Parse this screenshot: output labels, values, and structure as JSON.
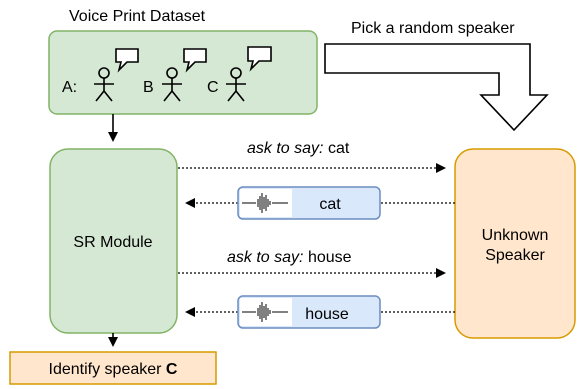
{
  "dataset": {
    "title": "Voice Print Dataset",
    "speakers": [
      {
        "label": "A:"
      },
      {
        "label": "B"
      },
      {
        "label": "C"
      }
    ]
  },
  "pick_label": "Pick a random speaker",
  "sr_module_label": "SR Module",
  "unknown_speaker": {
    "line1": "Unknown",
    "line2": "Speaker"
  },
  "prompts": [
    {
      "prefix": "ask to say:",
      "word": "cat"
    },
    {
      "prefix": "ask to say:",
      "word": "house"
    }
  ],
  "responses": [
    {
      "word": "cat"
    },
    {
      "word": "house"
    }
  ],
  "identify": {
    "prefix": "Identify speaker",
    "speaker": "C"
  },
  "colors": {
    "green_fill": "#d5e8d4",
    "green_stroke": "#82b366",
    "orange_fill": "#ffe6cc",
    "orange_stroke": "#d79b00",
    "blue_fill": "#dae8fc",
    "blue_stroke": "#6c8ebf"
  }
}
